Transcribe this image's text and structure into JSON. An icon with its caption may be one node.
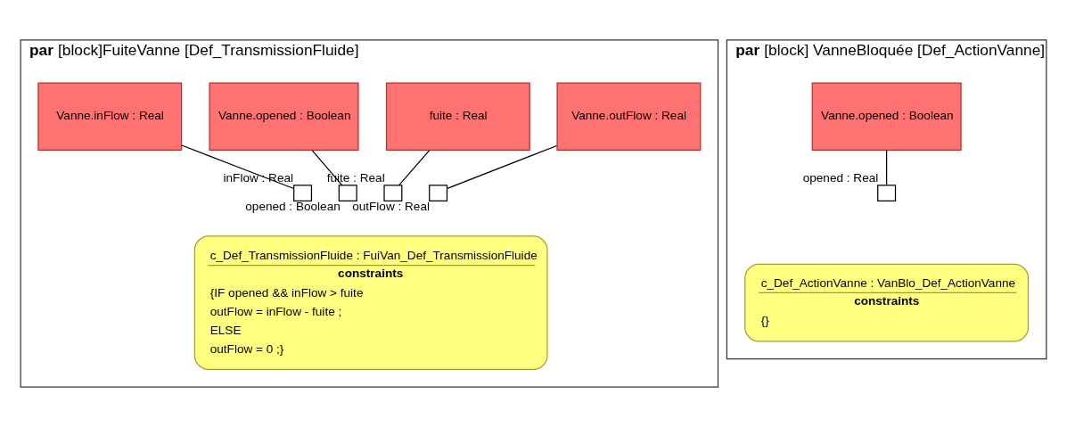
{
  "diagram": {
    "nodes": [
      {
        "text": [
          "**par** [block]FuiteVanne [Def_TransmissionFluide]"
        ]
      },
      {
        "text": [
          "Vanne.inFlow : Real"
        ],
        "in": 0
      },
      {
        "text": [
          "Vanne.opened : Boolean"
        ],
        "in": 0
      },
      {
        "text": [
          "fuite : Real"
        ],
        "in": 0
      },
      {
        "text": [
          "Vanne.outFlow : Real"
        ],
        "in": 0
      },
      {
        "text": [],
        "shape": "box",
        "beside": [
          "inFlow : Real"
        ],
        "in": 0
      },
      {
        "text": [],
        "shape": "box",
        "beside": [
          "opened : Boolean"
        ],
        "in": 0
      },
      {
        "text": [],
        "shape": "box",
        "beside": [
          "fuite : Real"
        ],
        "in": 0
      },
      {
        "text": [],
        "shape": "box",
        "beside": [
          "outFlow : Real"
        ],
        "in": 0
      },
      {
        "text": [
          "c_Def_TransmissionFluide : FuiVan_Def_TransmissionFluide",
          "**constraints**",
          "{IF opened && inFlow > fuite",
          "outFlow = inFlow - fuite ;",
          "ELSE",
          "outFlow = 0 ;}"
        ],
        "in": 0
      },
      {
        "text": [
          "**par** [block] VanneBloquée [Def_ActionVanne]"
        ]
      },
      {
        "text": [
          "Vanne.opened : Boolean"
        ],
        "in": 10
      },
      {
        "text": [],
        "shape": "box",
        "beside": [
          "opened : Real"
        ],
        "in": 10
      },
      {
        "text": [
          "c_Def_ActionVanne : VanBlo_Def_ActionVanne",
          "**constraints**",
          "{}"
        ],
        "in": 10
      }
    ],
    "edges": [
      {
        "from": 1,
        "to": 5,
        "arrow": "none"
      },
      {
        "from": 2,
        "to": 6,
        "arrow": "none"
      },
      {
        "from": 3,
        "to": 7,
        "arrow": "none"
      },
      {
        "from": 4,
        "to": 8,
        "arrow": "none"
      },
      {
        "from": 11,
        "to": 12,
        "arrow": "none"
      }
    ]
  }
}
